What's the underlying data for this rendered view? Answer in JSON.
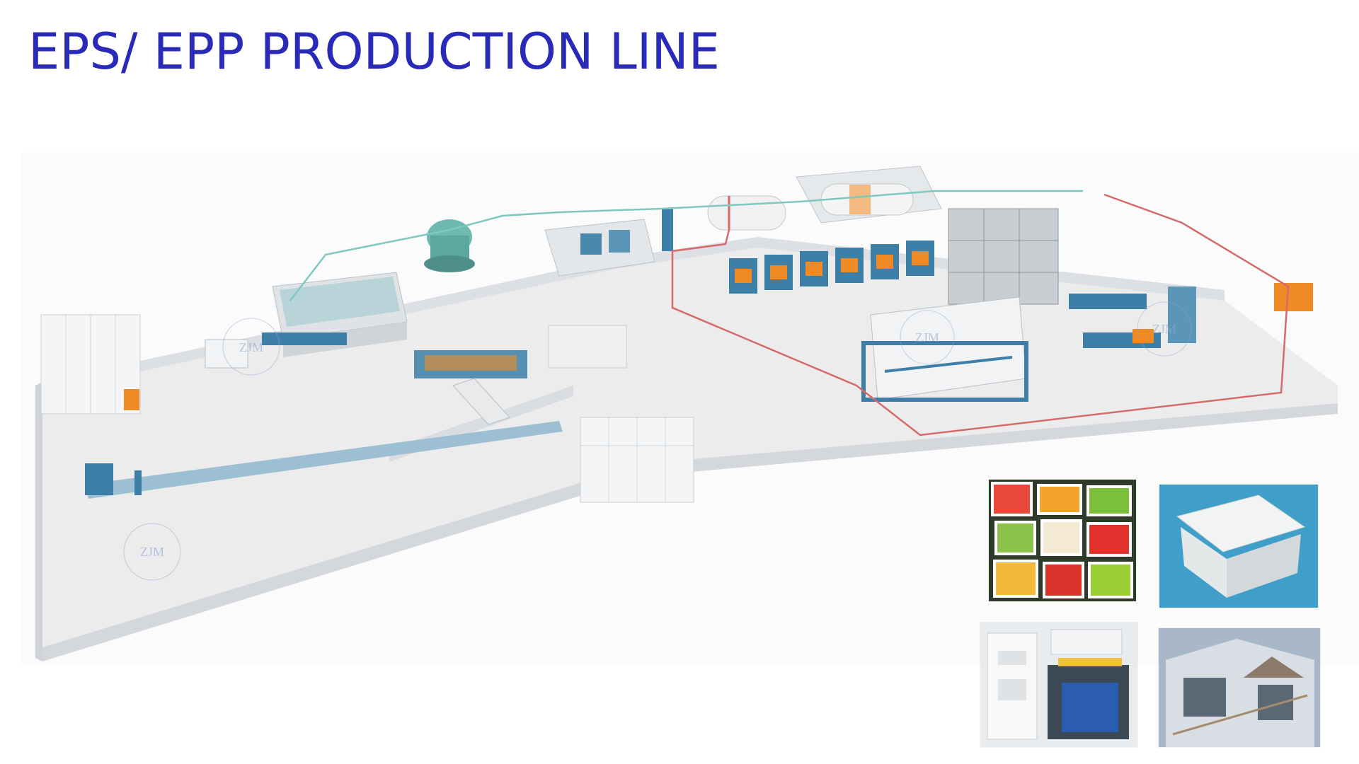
{
  "page": {
    "title": "EPS/ EPP PRODUCTION LINE",
    "title_color": "#2a2ab8"
  },
  "plant": {
    "watermark": "ZJM",
    "colors": {
      "floor": "#ececec",
      "wall": "#dcdfe3",
      "machine": "#3d7fa6",
      "accent": "#f08a24",
      "steam_pipe": "#d66a6a",
      "water_pipe": "#7ec8c0"
    }
  },
  "gallery": {
    "photos": [
      {
        "subject": "fruit-in-foam-boxes"
      },
      {
        "subject": "foam-cooler-box"
      },
      {
        "subject": "foam-packaging-parts"
      },
      {
        "subject": "eps-house-facade"
      }
    ]
  }
}
